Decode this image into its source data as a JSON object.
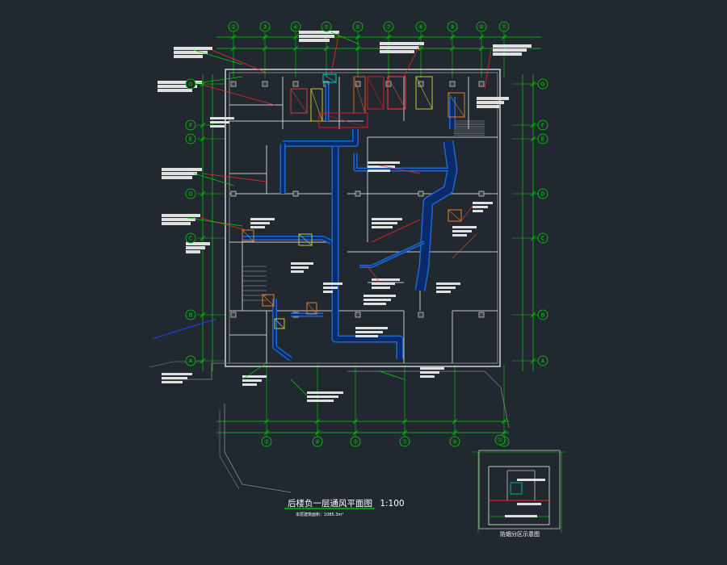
{
  "drawing": {
    "title": "后楼负一层通风平面图",
    "scale": "1:100",
    "subtitle": "本层建筑面积：1085.3m²",
    "key_plan_label": "防烟分区示意图"
  },
  "axes": {
    "top": [
      "②",
      "③",
      "④",
      "⑤",
      "⑥",
      "⑦",
      "⑧",
      "⑨",
      "⑩",
      "⑪"
    ],
    "bottom": [
      "②",
      "④",
      "⑤",
      "⑦",
      "⑨",
      "⑪"
    ],
    "left": [
      "G",
      "F",
      "E",
      "D",
      "C",
      "B",
      "A"
    ],
    "right": [
      "G",
      "F",
      "E",
      "D",
      "C",
      "B",
      "A"
    ]
  },
  "colors": {
    "background": "#212830",
    "wall": "#c8c8c8",
    "dimension": "#00d800",
    "duct": "#1e6bd6",
    "duct_fill": "#0a2a6a",
    "annotation": "#c8c832",
    "leader": "#ff2a2a",
    "fan": "#00c8c8"
  }
}
